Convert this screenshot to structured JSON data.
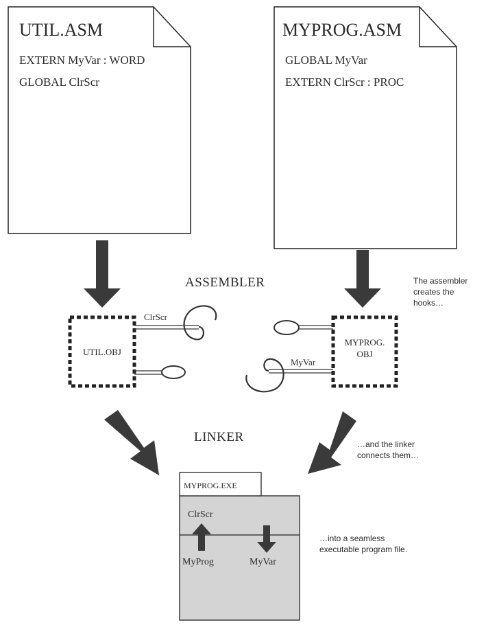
{
  "source_files": [
    {
      "name": "UTIL.ASM",
      "lines": [
        "EXTERN MyVar : WORD",
        "GLOBAL ClrScr"
      ]
    },
    {
      "name": "MYPROG.ASM",
      "lines": [
        "GLOBAL MyVar",
        "EXTERN  ClrScr : PROC"
      ]
    }
  ],
  "stages": {
    "assembler": "ASSEMBLER",
    "linker": "LINKER"
  },
  "objects": [
    {
      "name": "UTIL.OBJ",
      "hook_label": "ClrScr"
    },
    {
      "name_line1": "MYPROG.",
      "name_line2": "OBJ",
      "hook_label": "MyVar"
    }
  ],
  "notes": {
    "assembler": [
      "The assembler",
      "creates the",
      "hooks…"
    ],
    "linker": [
      "…and the linker",
      "connects them…"
    ],
    "exe": [
      "…into a seamless",
      "executable program file."
    ]
  },
  "executable": {
    "name": "MYPROG.EXE",
    "up_label": "ClrScr",
    "left_label": "MyProg",
    "right_label": "MyVar",
    "fill": "#d4d4d4"
  }
}
